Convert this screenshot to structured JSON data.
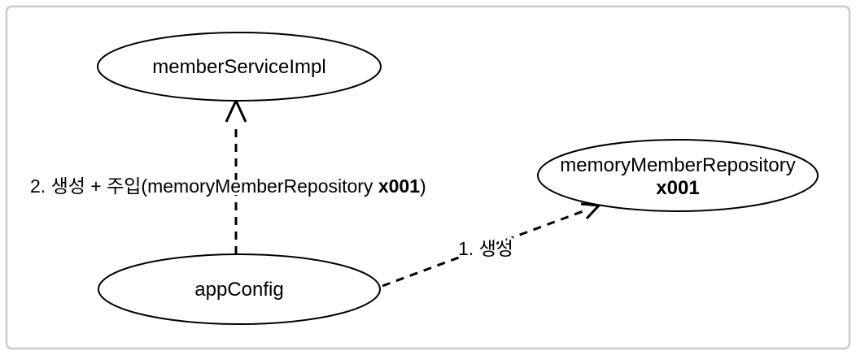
{
  "diagram": {
    "background_color": "#ffffff",
    "frame_border_color": "#cbcbcb",
    "shape_stroke_color": "#000000",
    "text_color": "#000000",
    "nodes": {
      "member_service_impl": {
        "label": "memberServiceImpl"
      },
      "memory_member_repository": {
        "label": "memoryMemberRepository",
        "instance": "x001"
      },
      "app_config": {
        "label": "appConfig"
      }
    },
    "edges": {
      "create": {
        "label": "1. 생성"
      },
      "create_inject": {
        "label_prefix": "2. 생성 + 주입(memoryMemberRepository ",
        "label_instance": "x001",
        "label_suffix": ")"
      }
    }
  }
}
